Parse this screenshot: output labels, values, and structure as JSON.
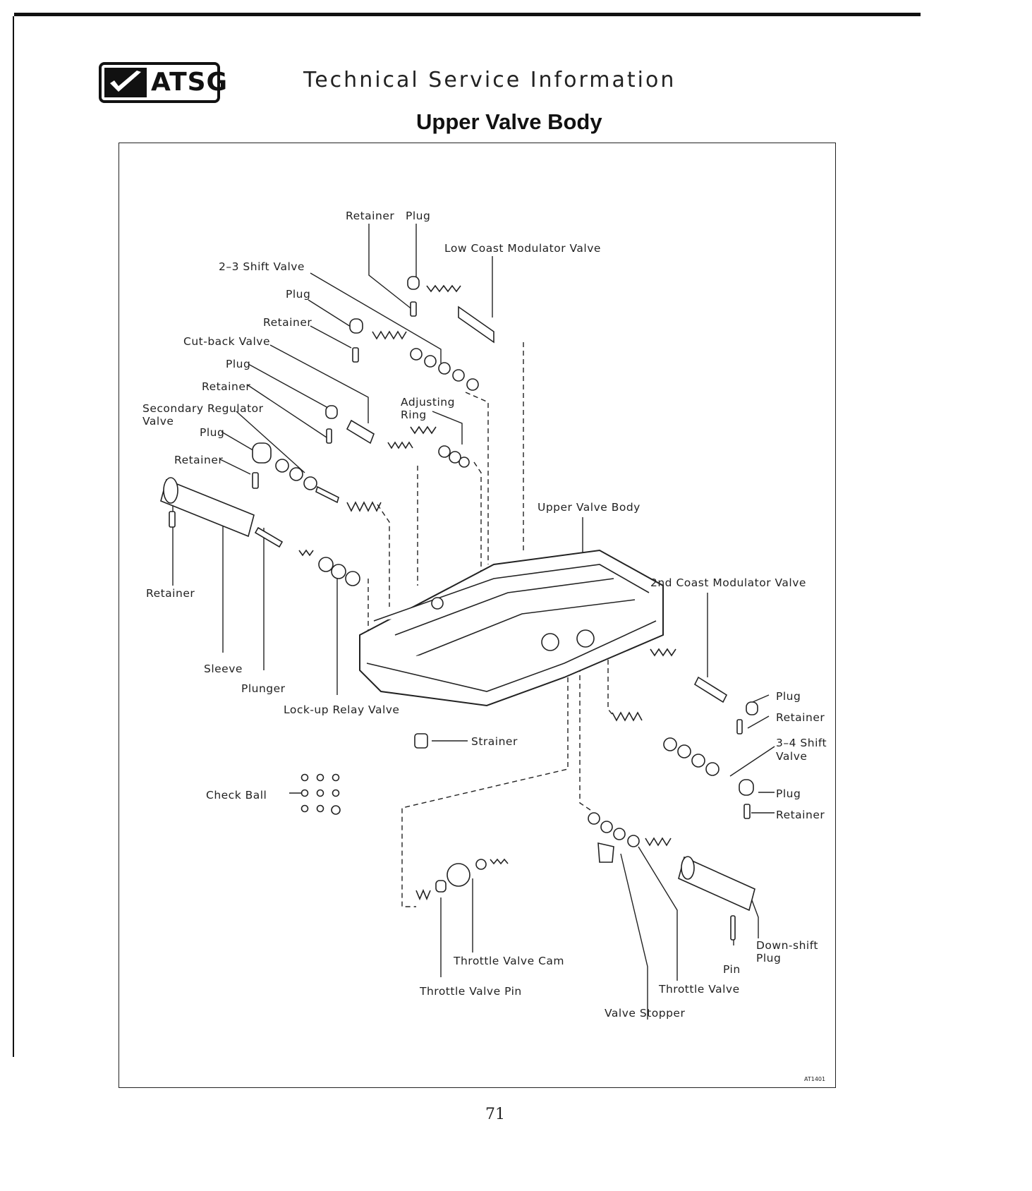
{
  "header": {
    "logo_text": "ATSG",
    "title": "Technical Service Information"
  },
  "page_title": "Upper Valve Body",
  "figure_code": "AT1401",
  "page_number": "71",
  "labels": {
    "retainer_top": "Retainer",
    "plug_top": "Plug",
    "low_coast_modulator_valve": "Low Coast Modulator Valve",
    "shift_valve_2_3": "2–3 Shift Valve",
    "plug_23": "Plug",
    "retainer_23": "Retainer",
    "cut_back_valve": "Cut-back Valve",
    "plug_cutback": "Plug",
    "retainer_cutback": "Retainer",
    "adjusting_ring_1": "Adjusting",
    "adjusting_ring_2": "Ring",
    "secondary_regulator_valve_1": "Secondary Regulator",
    "secondary_regulator_valve_2": "Valve",
    "plug_secondary": "Plug",
    "retainer_secondary": "Retainer",
    "upper_valve_body": "Upper Valve Body",
    "retainer_left": "Retainer",
    "second_coast_modulator_valve": "2nd Coast Modulator Valve",
    "sleeve": "Sleeve",
    "plunger": "Plunger",
    "lock_up_relay_valve": "Lock-up Relay Valve",
    "plug_right_1": "Plug",
    "retainer_right_1": "Retainer",
    "strainer": "Strainer",
    "shift_valve_3_4_1": "3–4 Shift",
    "shift_valve_3_4_2": "Valve",
    "check_ball": "Check Ball",
    "plug_right_2": "Plug",
    "retainer_right_2": "Retainer",
    "down_shift_plug_1": "Down-shift",
    "down_shift_plug_2": "Plug",
    "throttle_valve_cam": "Throttle Valve Cam",
    "pin": "Pin",
    "throttle_valve_pin": "Throttle Valve Pin",
    "throttle_valve": "Throttle Valve",
    "valve_stopper": "Valve Stopper"
  },
  "icons": {
    "logo": "checkmark-logo-icon"
  }
}
